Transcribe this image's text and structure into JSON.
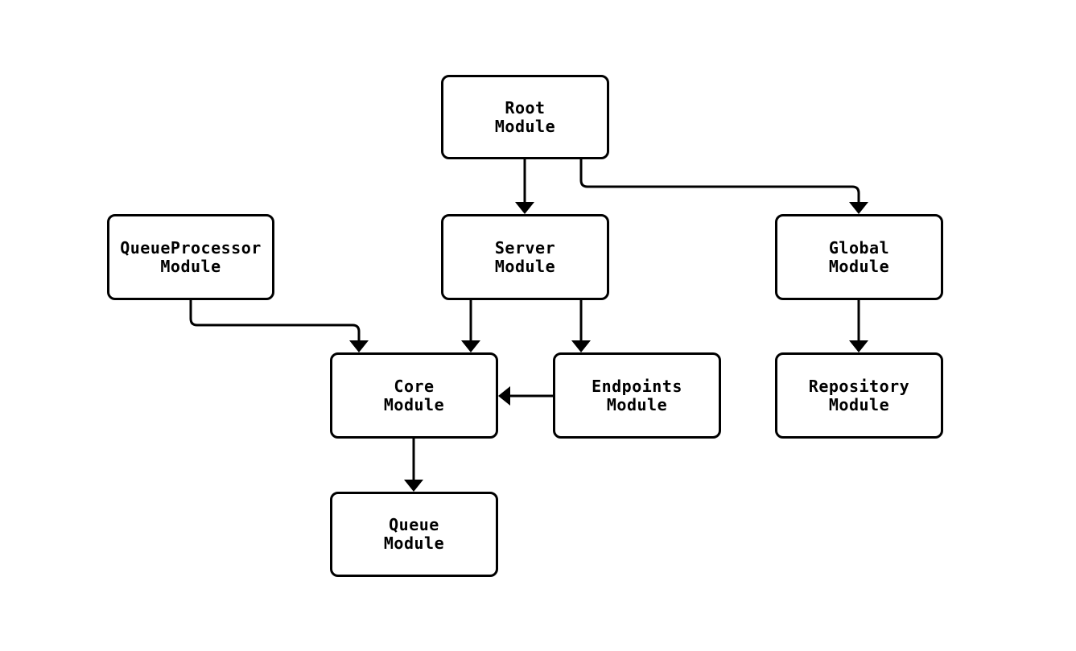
{
  "diagram": {
    "type": "flowchart",
    "background_color": "#ffffff",
    "line_color": "#000000",
    "text_color": "#000000",
    "nodes": [
      {
        "id": "root",
        "label": "Root\nModule"
      },
      {
        "id": "queueprocessor",
        "label": "QueueProcessor\nModule"
      },
      {
        "id": "server",
        "label": "Server\nModule"
      },
      {
        "id": "global",
        "label": "Global\nModule"
      },
      {
        "id": "core",
        "label": "Core\nModule"
      },
      {
        "id": "endpoints",
        "label": "Endpoints\nModule"
      },
      {
        "id": "repository",
        "label": "Repository\nModule"
      },
      {
        "id": "queue",
        "label": "Queue\nModule"
      }
    ],
    "edges": [
      {
        "from": "Root Module",
        "to": "Server Module"
      },
      {
        "from": "Root Module",
        "to": "Global Module"
      },
      {
        "from": "QueueProcessor Module",
        "to": "Core Module"
      },
      {
        "from": "Server Module",
        "to": "Core Module"
      },
      {
        "from": "Server Module",
        "to": "Endpoints Module"
      },
      {
        "from": "Endpoints Module",
        "to": "Core Module"
      },
      {
        "from": "Global Module",
        "to": "Repository Module"
      },
      {
        "from": "Core Module",
        "to": "Queue Module"
      }
    ]
  }
}
